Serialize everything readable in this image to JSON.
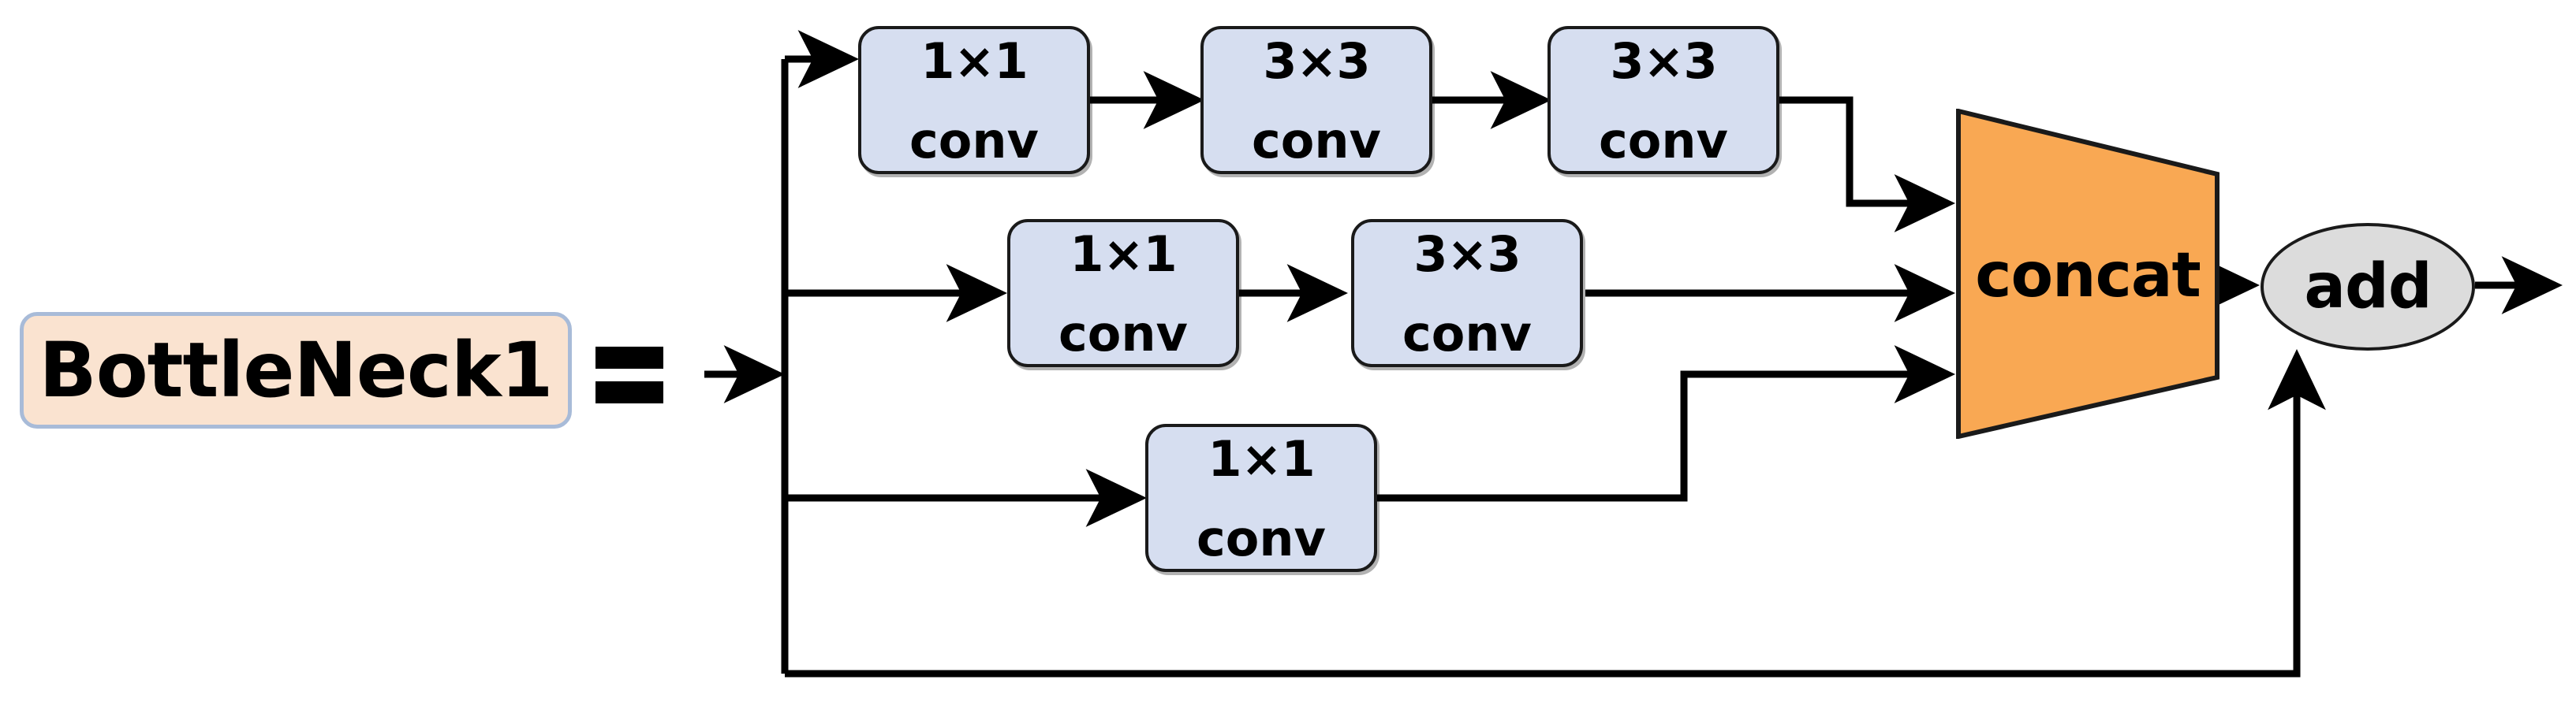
{
  "diagram": {
    "title": "BottleNeck1",
    "module_label": "BottleNeck1",
    "equals_symbol": "=",
    "merge_label": "concat",
    "sum_label": "add",
    "colors": {
      "module_fill": "#FAE3D0",
      "module_border": "#A8BBD8",
      "conv_fill": "#D6DEF0",
      "conv_border": "#1A1A1A",
      "concat_fill": "#F9A853",
      "concat_border": "#1A1A1A",
      "add_fill": "#DCDCDC",
      "add_border": "#1A1A1A",
      "wire": "#000000",
      "background": "#FFFFFF"
    },
    "branches": [
      {
        "name": "branch-top",
        "blocks": [
          {
            "kernel": "1×1",
            "op": "conv"
          },
          {
            "kernel": "3×3",
            "op": "conv"
          },
          {
            "kernel": "3×3",
            "op": "conv"
          }
        ]
      },
      {
        "name": "branch-middle",
        "blocks": [
          {
            "kernel": "1×1",
            "op": "conv"
          },
          {
            "kernel": "3×3",
            "op": "conv"
          }
        ]
      },
      {
        "name": "branch-bottom",
        "blocks": [
          {
            "kernel": "1×1",
            "op": "conv"
          }
        ]
      },
      {
        "name": "branch-residual",
        "blocks": []
      }
    ]
  }
}
